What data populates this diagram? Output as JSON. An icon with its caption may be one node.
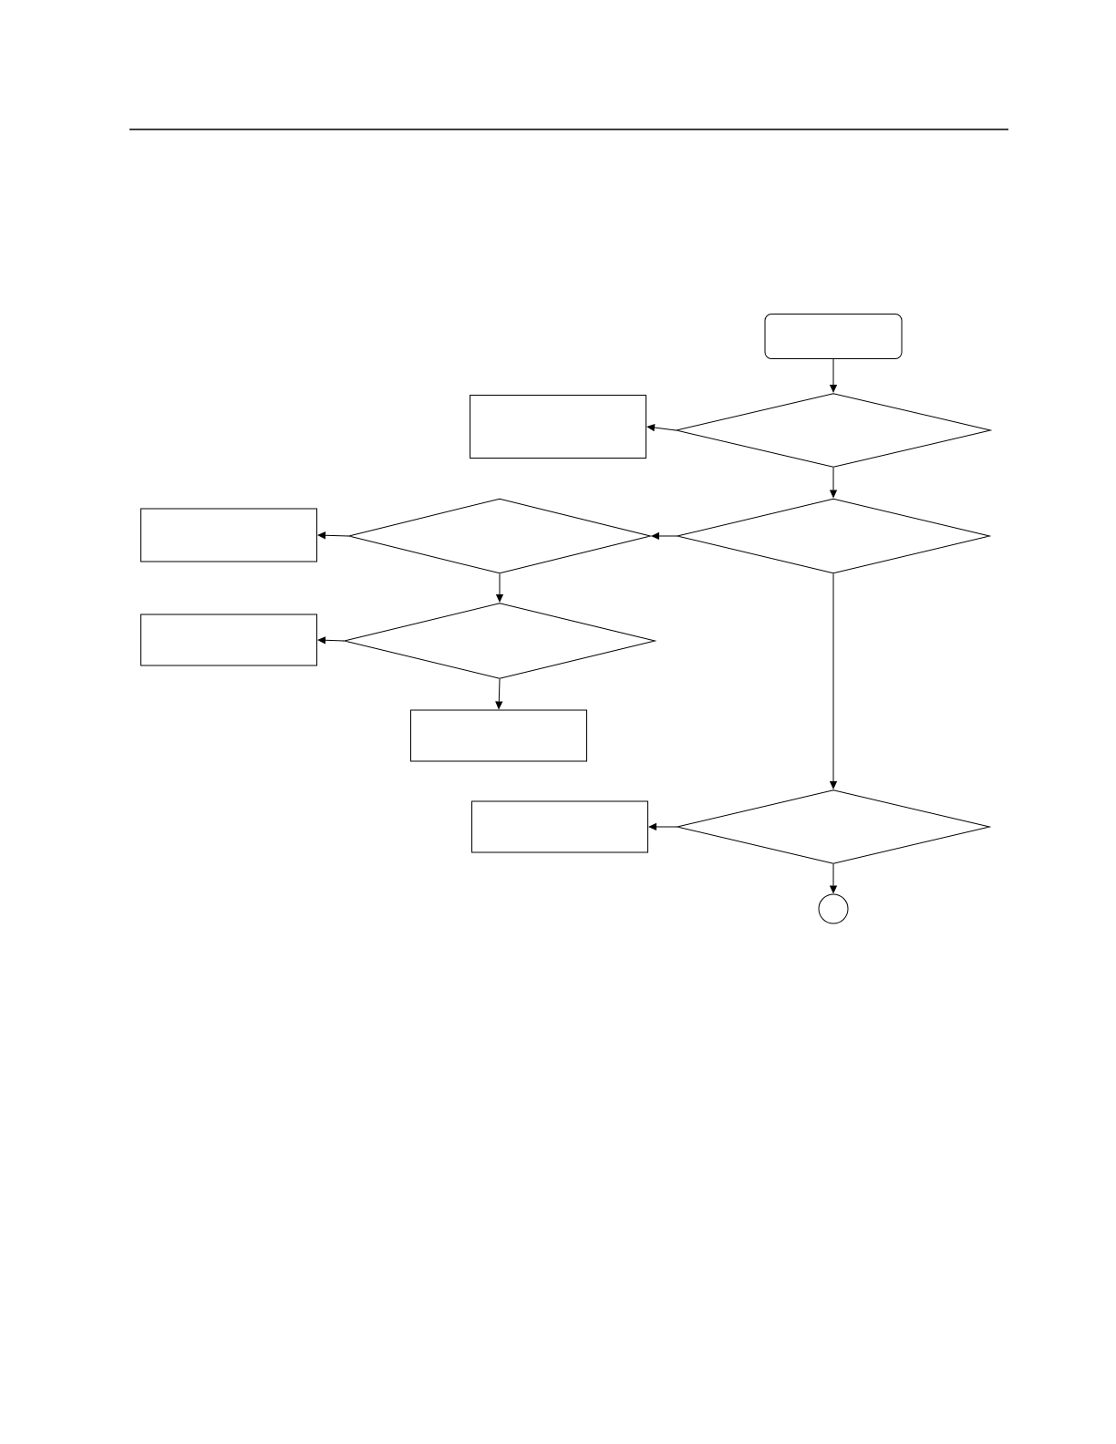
{
  "diagram": {
    "nodes": [
      {
        "text": [],
        "shape": "box"
      },
      {
        "text": [],
        "shape": "diamond"
      },
      {
        "text": [],
        "shape": "box"
      },
      {
        "text": [],
        "shape": "diamond"
      },
      {
        "text": [],
        "shape": "diamond"
      },
      {
        "text": [],
        "shape": "box"
      },
      {
        "text": [],
        "shape": "diamond"
      },
      {
        "text": [],
        "shape": "box"
      },
      {
        "text": [],
        "shape": "box"
      },
      {
        "text": [],
        "shape": "diamond"
      },
      {
        "text": [],
        "shape": "box"
      },
      {
        "text": [],
        "shape": "circle"
      }
    ],
    "edges": [
      {
        "from": 0,
        "to": 1,
        "arrow": "to"
      },
      {
        "from": 1,
        "to": 2,
        "arrow": "to"
      },
      {
        "from": 1,
        "to": 3,
        "arrow": "to"
      },
      {
        "from": 3,
        "to": 4,
        "arrow": "to"
      },
      {
        "from": 4,
        "to": 5,
        "arrow": "to"
      },
      {
        "from": 4,
        "to": 6,
        "arrow": "to"
      },
      {
        "from": 6,
        "to": 7,
        "arrow": "to"
      },
      {
        "from": 6,
        "to": 8,
        "arrow": "to"
      },
      {
        "from": 3,
        "to": 9,
        "arrow": "to"
      },
      {
        "from": 9,
        "to": 10,
        "arrow": "to"
      },
      {
        "from": 9,
        "to": 11,
        "arrow": "to"
      }
    ]
  }
}
